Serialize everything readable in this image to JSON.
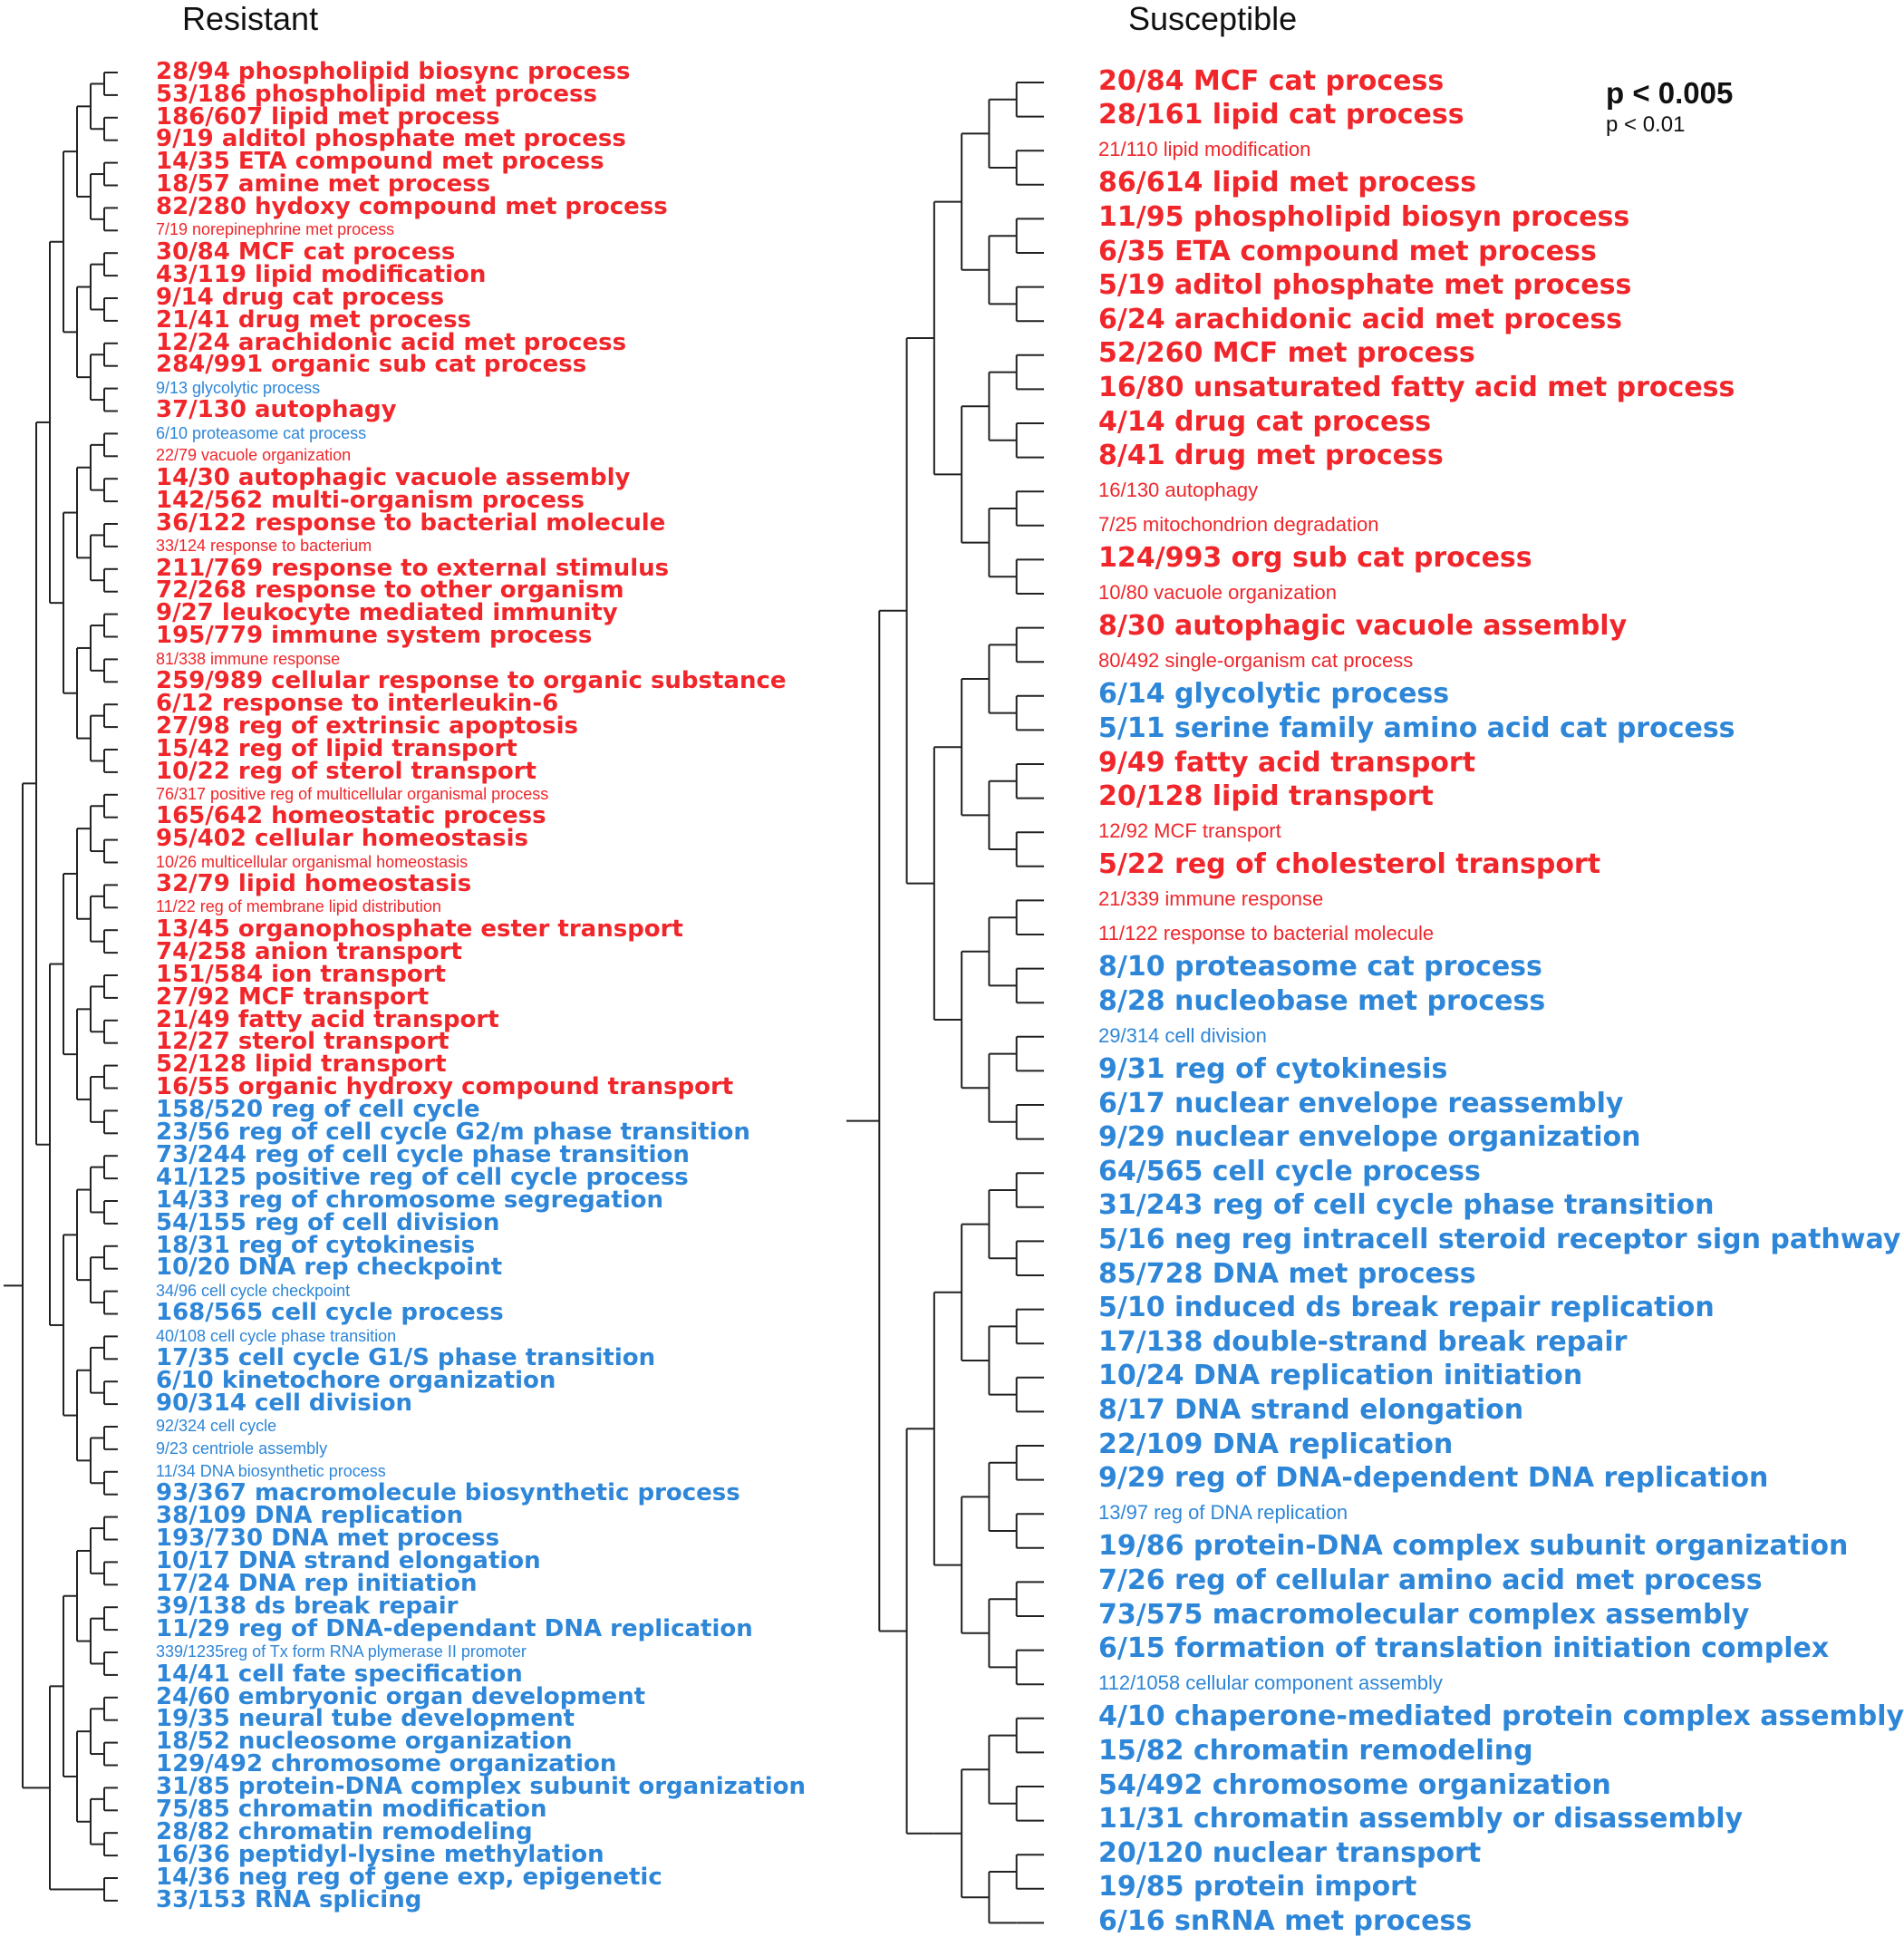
{
  "titles": {
    "left": "Resistant",
    "right": "Susceptible"
  },
  "legend": {
    "bold": "p < 0.005",
    "regular": "p < 0.01"
  },
  "colors": {
    "red": "#f0262b",
    "blue": "#2d86d8"
  },
  "resistant": [
    {
      "t": "28/94 phospholipid biosync process",
      "c": "red",
      "b": 1
    },
    {
      "t": "53/186 phospholipid met process",
      "c": "red",
      "b": 1
    },
    {
      "t": "186/607 lipid met process",
      "c": "red",
      "b": 1
    },
    {
      "t": "9/19 alditol phosphate met process",
      "c": "red",
      "b": 1
    },
    {
      "t": "14/35 ETA compound met process",
      "c": "red",
      "b": 1
    },
    {
      "t": "18/57 amine met process",
      "c": "red",
      "b": 1
    },
    {
      "t": "82/280 hydoxy compound met process",
      "c": "red",
      "b": 1
    },
    {
      "t": "7/19 norepinephrine met process",
      "c": "red",
      "b": 0
    },
    {
      "t": "30/84 MCF cat process",
      "c": "red",
      "b": 1
    },
    {
      "t": "43/119 lipid modification",
      "c": "red",
      "b": 1
    },
    {
      "t": "9/14 drug cat process",
      "c": "red",
      "b": 1
    },
    {
      "t": "21/41 drug met process",
      "c": "red",
      "b": 1
    },
    {
      "t": "12/24 arachidonic acid met process",
      "c": "red",
      "b": 1
    },
    {
      "t": "284/991 organic sub cat process",
      "c": "red",
      "b": 1
    },
    {
      "t": "9/13 glycolytic process",
      "c": "blue",
      "b": 0
    },
    {
      "t": "37/130 autophagy",
      "c": "red",
      "b": 1
    },
    {
      "t": "6/10 proteasome cat process",
      "c": "blue",
      "b": 0
    },
    {
      "t": "22/79 vacuole organization",
      "c": "red",
      "b": 0
    },
    {
      "t": "14/30 autophagic vacuole assembly",
      "c": "red",
      "b": 1
    },
    {
      "t": "142/562 multi-organism process",
      "c": "red",
      "b": 1
    },
    {
      "t": "36/122 response to bacterial molecule",
      "c": "red",
      "b": 1
    },
    {
      "t": "33/124 response to bacterium",
      "c": "red",
      "b": 0
    },
    {
      "t": "211/769 response to external stimulus",
      "c": "red",
      "b": 1
    },
    {
      "t": "72/268 response to other organism",
      "c": "red",
      "b": 1
    },
    {
      "t": "9/27 leukocyte mediated immunity",
      "c": "red",
      "b": 1
    },
    {
      "t": "195/779 immune system process",
      "c": "red",
      "b": 1
    },
    {
      "t": "81/338 immune response",
      "c": "red",
      "b": 0
    },
    {
      "t": "259/989 cellular response to organic substance",
      "c": "red",
      "b": 1
    },
    {
      "t": "6/12 response to interleukin-6",
      "c": "red",
      "b": 1
    },
    {
      "t": "27/98 reg of extrinsic apoptosis",
      "c": "red",
      "b": 1
    },
    {
      "t": "15/42 reg of lipid transport",
      "c": "red",
      "b": 1
    },
    {
      "t": "10/22 reg of sterol transport",
      "c": "red",
      "b": 1
    },
    {
      "t": "76/317 positive reg of multicellular organismal process",
      "c": "red",
      "b": 0
    },
    {
      "t": "165/642 homeostatic process",
      "c": "red",
      "b": 1
    },
    {
      "t": "95/402 cellular homeostasis",
      "c": "red",
      "b": 1
    },
    {
      "t": "10/26 multicellular organismal homeostasis",
      "c": "red",
      "b": 0
    },
    {
      "t": "32/79 lipid homeostasis",
      "c": "red",
      "b": 1
    },
    {
      "t": "11/22 reg of membrane lipid distribution",
      "c": "red",
      "b": 0
    },
    {
      "t": "13/45 organophosphate ester transport",
      "c": "red",
      "b": 1
    },
    {
      "t": "74/258 anion transport",
      "c": "red",
      "b": 1
    },
    {
      "t": "151/584 ion transport",
      "c": "red",
      "b": 1
    },
    {
      "t": "27/92 MCF transport",
      "c": "red",
      "b": 1
    },
    {
      "t": "21/49 fatty acid transport",
      "c": "red",
      "b": 1
    },
    {
      "t": "12/27 sterol transport",
      "c": "red",
      "b": 1
    },
    {
      "t": "52/128 lipid transport",
      "c": "red",
      "b": 1
    },
    {
      "t": "16/55 organic hydroxy compound transport",
      "c": "red",
      "b": 1
    },
    {
      "t": "158/520 reg of cell cycle",
      "c": "blue",
      "b": 1
    },
    {
      "t": "23/56 reg of cell cycle G2/m phase transition",
      "c": "blue",
      "b": 1
    },
    {
      "t": "73/244 reg of cell cycle phase transition",
      "c": "blue",
      "b": 1
    },
    {
      "t": "41/125 positive reg of cell cycle process",
      "c": "blue",
      "b": 1
    },
    {
      "t": "14/33 reg of chromosome segregation",
      "c": "blue",
      "b": 1
    },
    {
      "t": "54/155 reg of cell division",
      "c": "blue",
      "b": 1
    },
    {
      "t": "18/31 reg of cytokinesis",
      "c": "blue",
      "b": 1
    },
    {
      "t": "10/20 DNA rep checkpoint",
      "c": "blue",
      "b": 1
    },
    {
      "t": "34/96 cell cycle checkpoint",
      "c": "blue",
      "b": 0
    },
    {
      "t": "168/565 cell cycle process",
      "c": "blue",
      "b": 1
    },
    {
      "t": "40/108 cell cycle phase transition",
      "c": "blue",
      "b": 0
    },
    {
      "t": "17/35 cell cycle G1/S phase transition",
      "c": "blue",
      "b": 1
    },
    {
      "t": "6/10 kinetochore organization",
      "c": "blue",
      "b": 1
    },
    {
      "t": "90/314 cell division",
      "c": "blue",
      "b": 1
    },
    {
      "t": "92/324 cell cycle",
      "c": "blue",
      "b": 0
    },
    {
      "t": "9/23 centriole assembly",
      "c": "blue",
      "b": 0
    },
    {
      "t": "11/34 DNA biosynthetic process",
      "c": "blue",
      "b": 0
    },
    {
      "t": "93/367 macromolecule biosynthetic process",
      "c": "blue",
      "b": 1
    },
    {
      "t": "38/109 DNA replication",
      "c": "blue",
      "b": 1
    },
    {
      "t": "193/730 DNA met process",
      "c": "blue",
      "b": 1
    },
    {
      "t": "10/17 DNA strand elongation",
      "c": "blue",
      "b": 1
    },
    {
      "t": "17/24 DNA rep initiation",
      "c": "blue",
      "b": 1
    },
    {
      "t": "39/138 ds break repair",
      "c": "blue",
      "b": 1
    },
    {
      "t": "11/29 reg of DNA-dependant DNA replication",
      "c": "blue",
      "b": 1
    },
    {
      "t": "339/1235reg of Tx form RNA plymerase II promoter",
      "c": "blue",
      "b": 0
    },
    {
      "t": "14/41 cell fate specification",
      "c": "blue",
      "b": 1
    },
    {
      "t": "24/60 embryonic organ development",
      "c": "blue",
      "b": 1
    },
    {
      "t": "19/35 neural tube development",
      "c": "blue",
      "b": 1
    },
    {
      "t": "18/52 nucleosome organization",
      "c": "blue",
      "b": 1
    },
    {
      "t": "129/492 chromosome organization",
      "c": "blue",
      "b": 1
    },
    {
      "t": "31/85 protein-DNA complex subunit organization",
      "c": "blue",
      "b": 1
    },
    {
      "t": "75/85 chromatin modification",
      "c": "blue",
      "b": 1
    },
    {
      "t": "28/82 chromatin remodeling",
      "c": "blue",
      "b": 1
    },
    {
      "t": "16/36 peptidyl-lysine methylation",
      "c": "blue",
      "b": 1
    },
    {
      "t": "14/36 neg reg of gene exp, epigenetic",
      "c": "blue",
      "b": 1
    },
    {
      "t": "33/153 RNA splicing",
      "c": "blue",
      "b": 1
    }
  ],
  "susceptible": [
    {
      "t": "20/84 MCF cat process",
      "c": "red",
      "b": 1
    },
    {
      "t": "28/161 lipid cat process",
      "c": "red",
      "b": 1
    },
    {
      "t": "21/110 lipid modification",
      "c": "red",
      "b": 0
    },
    {
      "t": "86/614 lipid met process",
      "c": "red",
      "b": 1
    },
    {
      "t": "11/95 phospholipid biosyn process",
      "c": "red",
      "b": 1
    },
    {
      "t": "6/35 ETA compound met process",
      "c": "red",
      "b": 1
    },
    {
      "t": "5/19 aditol phosphate met process",
      "c": "red",
      "b": 1
    },
    {
      "t": "6/24 arachidonic acid met process",
      "c": "red",
      "b": 1
    },
    {
      "t": "52/260 MCF met process",
      "c": "red",
      "b": 1
    },
    {
      "t": "16/80 unsaturated fatty acid met process",
      "c": "red",
      "b": 1
    },
    {
      "t": "4/14 drug cat process",
      "c": "red",
      "b": 1
    },
    {
      "t": "8/41 drug met process",
      "c": "red",
      "b": 1
    },
    {
      "t": "16/130 autophagy",
      "c": "red",
      "b": 0
    },
    {
      "t": "7/25 mitochondrion degradation",
      "c": "red",
      "b": 0
    },
    {
      "t": "124/993 org sub cat process",
      "c": "red",
      "b": 1
    },
    {
      "t": "10/80 vacuole organization",
      "c": "red",
      "b": 0
    },
    {
      "t": "8/30 autophagic vacuole assembly",
      "c": "red",
      "b": 1
    },
    {
      "t": "80/492 single-organism cat process",
      "c": "red",
      "b": 0
    },
    {
      "t": "6/14 glycolytic process",
      "c": "blue",
      "b": 1
    },
    {
      "t": "5/11 serine family amino acid cat process",
      "c": "blue",
      "b": 1
    },
    {
      "t": "9/49 fatty acid transport",
      "c": "red",
      "b": 1
    },
    {
      "t": "20/128 lipid transport",
      "c": "red",
      "b": 1
    },
    {
      "t": "12/92 MCF transport",
      "c": "red",
      "b": 0
    },
    {
      "t": "5/22 reg of cholesterol transport",
      "c": "red",
      "b": 1
    },
    {
      "t": "21/339 immune response",
      "c": "red",
      "b": 0
    },
    {
      "t": "11/122 response to bacterial molecule",
      "c": "red",
      "b": 0
    },
    {
      "t": "8/10 proteasome cat process",
      "c": "blue",
      "b": 1
    },
    {
      "t": "8/28 nucleobase met process",
      "c": "blue",
      "b": 1
    },
    {
      "t": "29/314 cell division",
      "c": "blue",
      "b": 0
    },
    {
      "t": "9/31 reg of cytokinesis",
      "c": "blue",
      "b": 1
    },
    {
      "t": "6/17 nuclear envelope reassembly",
      "c": "blue",
      "b": 1
    },
    {
      "t": "9/29 nuclear envelope organization",
      "c": "blue",
      "b": 1
    },
    {
      "t": "64/565 cell cycle process",
      "c": "blue",
      "b": 1
    },
    {
      "t": "31/243 reg of cell cycle phase transition",
      "c": "blue",
      "b": 1
    },
    {
      "t": "5/16 neg reg intracell steroid receptor sign pathway",
      "c": "blue",
      "b": 1
    },
    {
      "t": "85/728 DNA met process",
      "c": "blue",
      "b": 1
    },
    {
      "t": "5/10 induced ds break repair replication",
      "c": "blue",
      "b": 1
    },
    {
      "t": "17/138 double-strand break repair",
      "c": "blue",
      "b": 1
    },
    {
      "t": "10/24 DNA replication initiation",
      "c": "blue",
      "b": 1
    },
    {
      "t": "8/17 DNA strand elongation",
      "c": "blue",
      "b": 1
    },
    {
      "t": "22/109 DNA replication",
      "c": "blue",
      "b": 1
    },
    {
      "t": "9/29 reg of DNA-dependent DNA replication",
      "c": "blue",
      "b": 1
    },
    {
      "t": "13/97 reg of DNA replication",
      "c": "blue",
      "b": 0
    },
    {
      "t": "19/86 protein-DNA complex subunit organization",
      "c": "blue",
      "b": 1
    },
    {
      "t": "7/26 reg of cellular amino acid met process",
      "c": "blue",
      "b": 1
    },
    {
      "t": "73/575 macromolecular complex assembly",
      "c": "blue",
      "b": 1
    },
    {
      "t": "6/15 formation of translation initiation complex",
      "c": "blue",
      "b": 1
    },
    {
      "t": "112/1058 cellular component assembly",
      "c": "blue",
      "b": 0
    },
    {
      "t": "4/10 chaperone-mediated protein complex assembly",
      "c": "blue",
      "b": 1
    },
    {
      "t": "15/82 chromatin remodeling",
      "c": "blue",
      "b": 1
    },
    {
      "t": "54/492 chromosome organization",
      "c": "blue",
      "b": 1
    },
    {
      "t": "11/31 chromatin assembly or disassembly",
      "c": "blue",
      "b": 1
    },
    {
      "t": "20/120 nuclear transport",
      "c": "blue",
      "b": 1
    },
    {
      "t": "19/85 protein import",
      "c": "blue",
      "b": 1
    },
    {
      "t": "6/16 snRNA met process",
      "c": "blue",
      "b": 1
    }
  ]
}
